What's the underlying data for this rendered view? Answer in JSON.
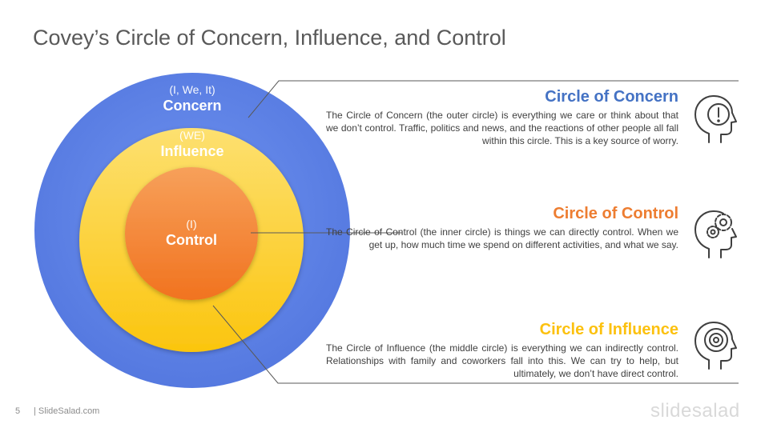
{
  "slide": {
    "title": "Covey’s Circle of Concern, Influence, and Control",
    "page_number": "5",
    "site": "| SlideSalad.com",
    "logo": "slidesalad"
  },
  "circles": {
    "concern": {
      "sub": "(I, We, It)",
      "label": "Concern",
      "color": "#5b81e6"
    },
    "influence": {
      "sub": "(WE)",
      "label": "Influence",
      "color": "#fcd140"
    },
    "control": {
      "sub": "(I)",
      "label": "Control",
      "color": "#f58232"
    }
  },
  "sections": [
    {
      "heading": "Circle of Concern",
      "color": "#4472c4",
      "text": "The Circle of Concern (the outer circle) is everything we care or think about that we don’t control. Traffic, politics and news, and the reactions of other people all fall within this circle. This is a key source of worry.",
      "icon": "head-exclamation-icon"
    },
    {
      "heading": "Circle of Control",
      "color": "#ed7d31",
      "text": "The Circle of Control (the inner circle) is things we can directly control. When we get up, how much time we spend on different activities, and what we say.",
      "icon": "head-gear-icon"
    },
    {
      "heading": "Circle of Influence",
      "color": "#fcc10f",
      "text": "The Circle of Influence (the middle circle) is everything we can indirectly control. Relationships with family and coworkers fall into this. We can try to help, but ultimately, we don’t have direct control.",
      "icon": "head-target-icon"
    }
  ]
}
